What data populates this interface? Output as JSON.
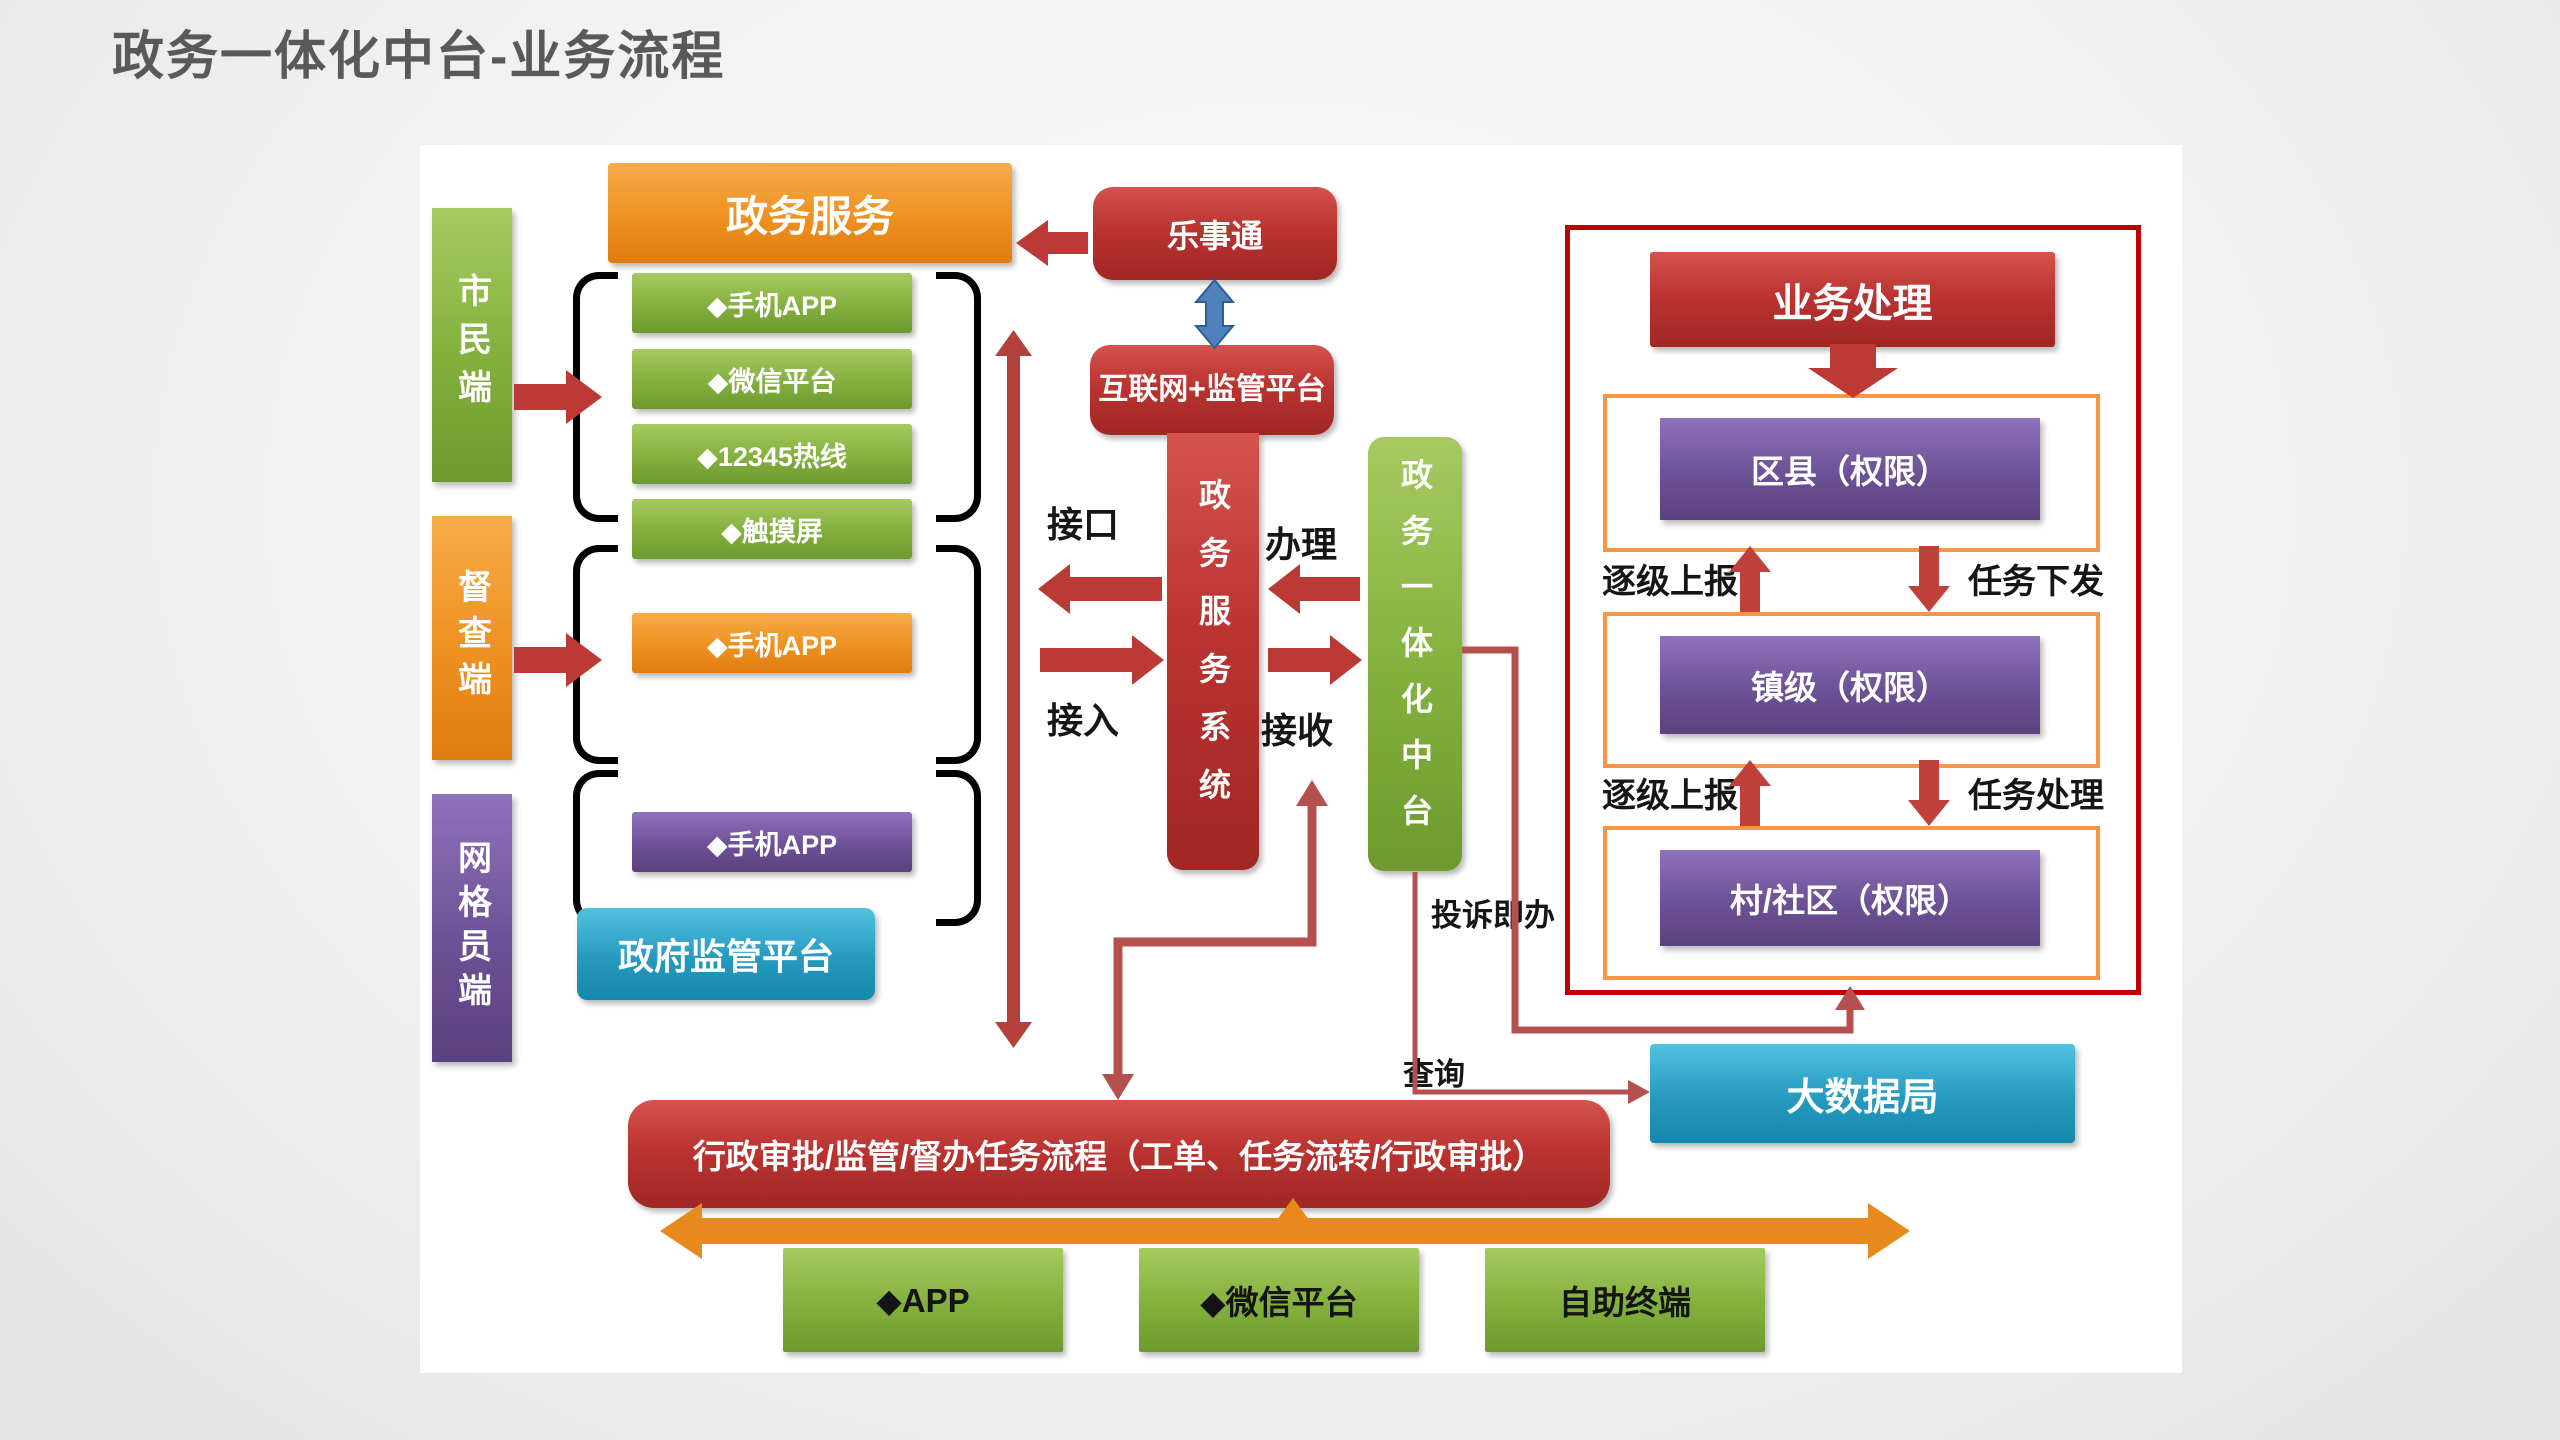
{
  "title": "政务一体化中台-业务流程",
  "colors": {
    "accent_red": "#bb3431",
    "connector_red": "#b4504d",
    "panel_border": "#c00000",
    "container_border": "#f79646",
    "orange_arrow": "#e8891d",
    "blue_arrow": "#4f81bd",
    "title_gray": "#595959"
  },
  "endpoints": {
    "citizen": "市民端",
    "supervisor": "督查端",
    "grid": "网格员端"
  },
  "service": {
    "header": "政务服务",
    "citizen_channels": [
      "◆手机APP",
      "◆微信平台",
      "◆12345热线",
      "◆触摸屏"
    ],
    "supervisor_channel": "◆手机APP",
    "grid_channel": "◆手机APP",
    "gov_platform": "政府监管平台"
  },
  "core": {
    "leshitong": "乐事通",
    "internet_platform": "互联网+监管平台",
    "service_system": "政务服务系统",
    "middle_platform": "政务一体化中台"
  },
  "flow_labels": {
    "interface": "接口",
    "access": "接入",
    "handle": "办理",
    "receive": "接收",
    "complaint": "投诉即办",
    "query": "查询"
  },
  "business_panel": {
    "header": "业务处理",
    "levels": [
      "区县（权限）",
      "镇级（权限）",
      "村/社区（权限）"
    ],
    "row_labels": [
      {
        "up": "逐级上报",
        "down": "任务下发"
      },
      {
        "up": "逐级上报",
        "down": "任务处理"
      }
    ]
  },
  "big_data_bureau": "大数据局",
  "task_flow_bar": "行政审批/监管/督办任务流程（工单、任务流转/行政审批）",
  "bottom_channels": [
    "◆APP",
    "◆微信平台",
    "自助终端"
  ]
}
